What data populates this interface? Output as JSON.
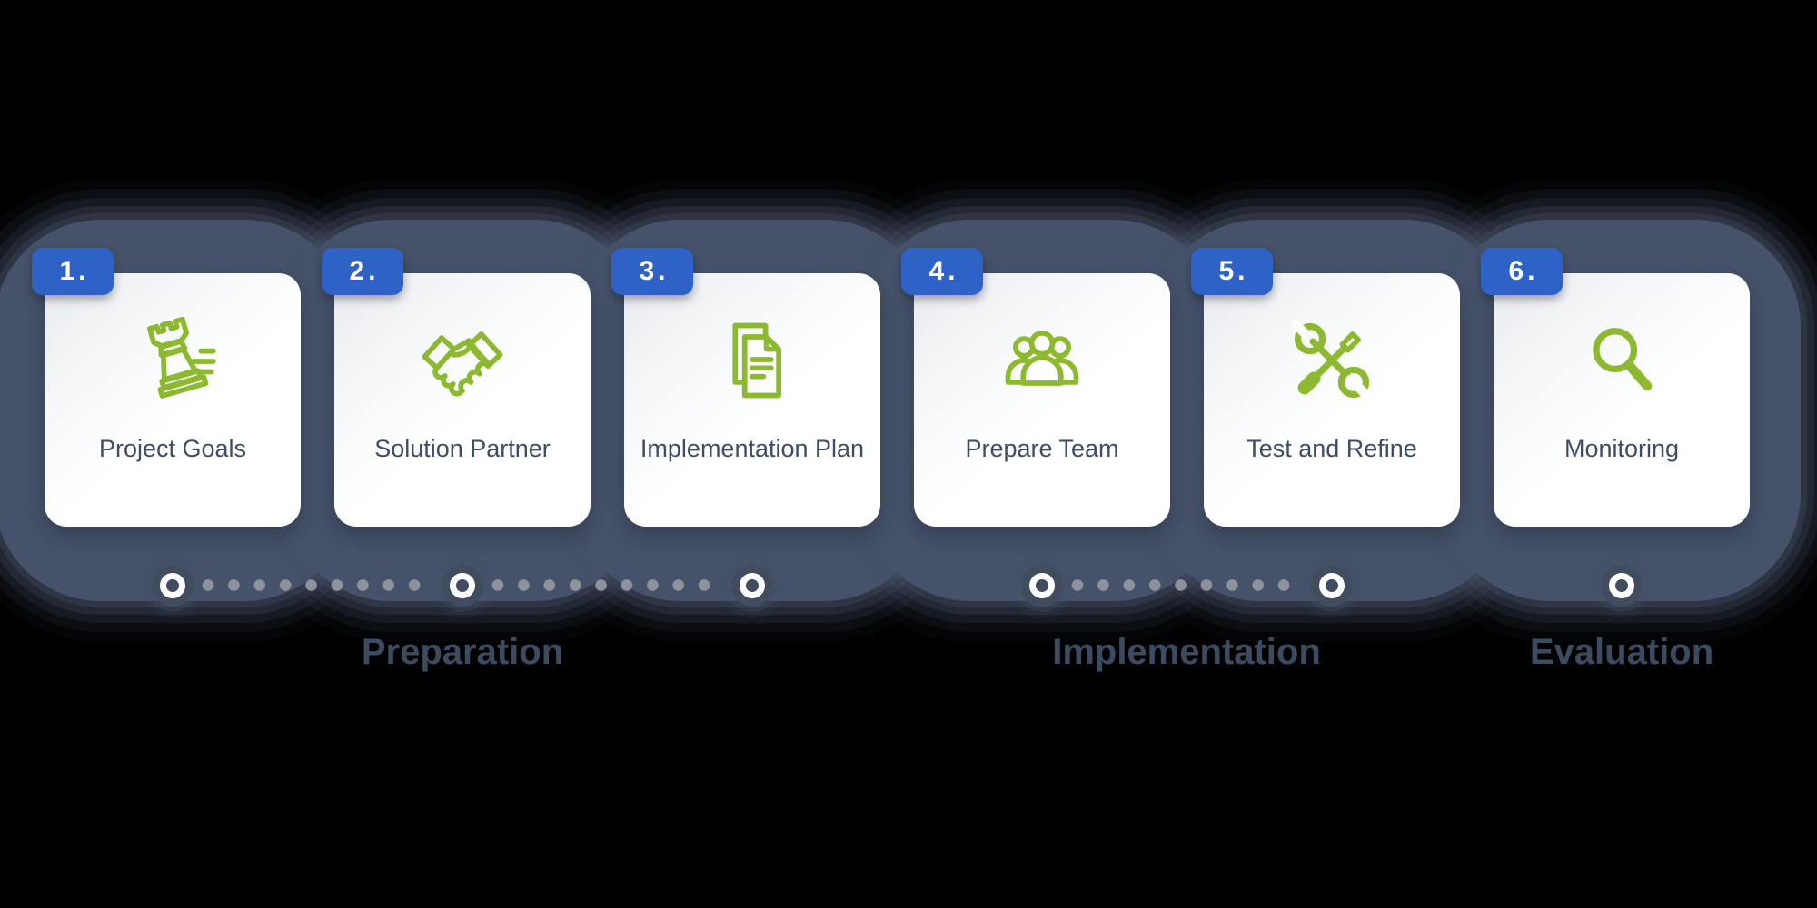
{
  "steps": [
    {
      "number": "1.",
      "label": "Project Goals",
      "icon": "chess-rook"
    },
    {
      "number": "2.",
      "label": "Solution Partner",
      "icon": "handshake"
    },
    {
      "number": "3.",
      "label": "Implementation Plan",
      "icon": "documents"
    },
    {
      "number": "4.",
      "label": "Prepare Team",
      "icon": "team"
    },
    {
      "number": "5.",
      "label": "Test and Refine",
      "icon": "tools"
    },
    {
      "number": "6.",
      "label": "Monitoring",
      "icon": "magnifier"
    }
  ],
  "phases": [
    {
      "label": "Preparation"
    },
    {
      "label": "Implementation"
    },
    {
      "label": "Evaluation"
    }
  ],
  "colors": {
    "badge_blue": "#2e62c7",
    "icon_green": "#8cb92f",
    "card_label": "#3e4d66",
    "phase_label": "#3d4b60",
    "halo": "#465269",
    "dot": "#8e929c",
    "disc": "#414c5f",
    "ring_white": "#ffffff"
  }
}
